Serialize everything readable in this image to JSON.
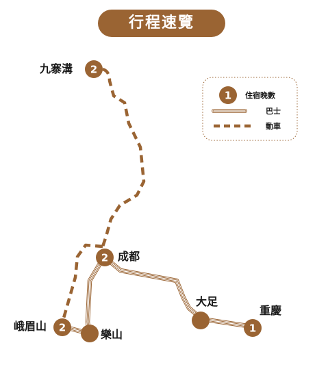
{
  "title": "行程速覽",
  "colors": {
    "brown": "#9a6433",
    "pill": "#9a6433",
    "text": "#1a1a1a"
  },
  "legend": {
    "nights_badge": "1",
    "nights_label": "住宿晚數",
    "bus_label": "巴士",
    "train_label": "動車"
  },
  "places": {
    "jiuzhaigou": {
      "name": "九寨溝",
      "nights": "2"
    },
    "chengdu": {
      "name": "成都",
      "nights": "2"
    },
    "emeishan": {
      "name": "峨眉山",
      "nights": "2"
    },
    "leshan": {
      "name": "樂山",
      "nights": ""
    },
    "dazu": {
      "name": "大足",
      "nights": ""
    },
    "chongqing": {
      "name": "重慶",
      "nights": "1"
    }
  }
}
